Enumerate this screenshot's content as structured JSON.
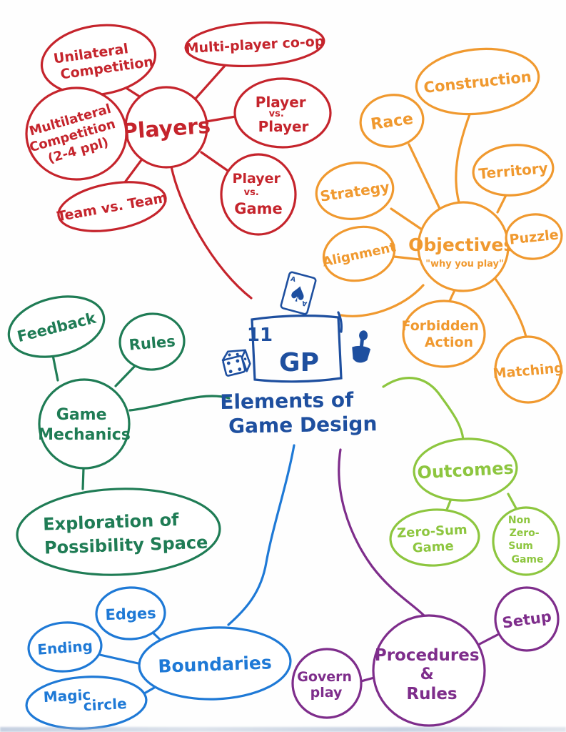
{
  "title": "Elements of Game Design",
  "colors": {
    "red": "#c5242c",
    "orange": "#f0992f",
    "dgreen": "#1f7c55",
    "lgreen": "#8dc63f",
    "blue": "#1e79d6",
    "purple": "#7e2d8b",
    "navy": "#1e4f9f"
  },
  "center": {
    "badge_number": "11",
    "badge_label": "GP",
    "caption": [
      "Elements of",
      "Game Design"
    ],
    "card": {
      "corner_label": "A",
      "suit_glyph": "♠"
    },
    "icons": [
      "playing-card-ace-of-spades",
      "dice",
      "shovel"
    ]
  },
  "nodes": {
    "players": {
      "lines": [
        "Players"
      ]
    },
    "unilateral_competition": {
      "lines": [
        "Unilateral",
        "Competition"
      ]
    },
    "multiplayer_coop": {
      "lines": [
        "Multi-player co-op"
      ]
    },
    "multilateral_competition": {
      "lines": [
        "Multilateral",
        "Competition",
        "(2-4 ppl)"
      ]
    },
    "player_vs_player": {
      "lines": [
        "Player",
        "vs.",
        "Player"
      ]
    },
    "team_vs_team": {
      "lines": [
        "Team vs. Team"
      ]
    },
    "player_vs_game": {
      "lines": [
        "Player",
        "vs.",
        "Game"
      ]
    },
    "objectives": {
      "lines": [
        "Objectives",
        "\"why you play\""
      ]
    },
    "construction": {
      "lines": [
        "Construction"
      ]
    },
    "race": {
      "lines": [
        "Race"
      ]
    },
    "territory": {
      "lines": [
        "Territory"
      ]
    },
    "strategy": {
      "lines": [
        "Strategy"
      ]
    },
    "puzzle": {
      "lines": [
        "Puzzle"
      ]
    },
    "alignment": {
      "lines": [
        "Alignment"
      ]
    },
    "forbidden_action": {
      "lines": [
        "Forbidden",
        "Action"
      ]
    },
    "matching": {
      "lines": [
        "Matching"
      ]
    },
    "game_mechanics": {
      "lines": [
        "Game",
        "Mechanics"
      ]
    },
    "feedback": {
      "lines": [
        "Feedback"
      ]
    },
    "rules": {
      "lines": [
        "Rules"
      ]
    },
    "exploration": {
      "lines": [
        "Exploration of",
        "Possibility Space"
      ]
    },
    "outcomes": {
      "lines": [
        "Outcomes"
      ]
    },
    "zero_sum_game": {
      "lines": [
        "Zero-Sum",
        "Game"
      ]
    },
    "non_zero_sum_game": {
      "lines": [
        "Non",
        "Zero-",
        "Sum",
        "Game"
      ]
    },
    "boundaries": {
      "lines": [
        "Boundaries"
      ]
    },
    "edges": {
      "lines": [
        "Edges"
      ]
    },
    "ending": {
      "lines": [
        "Ending"
      ]
    },
    "magic_circle": {
      "lines": [
        "Magic",
        "circle"
      ]
    },
    "procedures_rules": {
      "lines": [
        "Procedures",
        "&",
        "Rules"
      ]
    },
    "setup": {
      "lines": [
        "Setup"
      ]
    },
    "govern_play": {
      "lines": [
        "Govern",
        "play"
      ]
    }
  },
  "structure": {
    "players": [
      "unilateral_competition",
      "multiplayer_coop",
      "multilateral_competition",
      "player_vs_player",
      "team_vs_team",
      "player_vs_game"
    ],
    "objectives": [
      "construction",
      "race",
      "territory",
      "strategy",
      "puzzle",
      "alignment",
      "forbidden_action",
      "matching"
    ],
    "game_mechanics": [
      "feedback",
      "rules",
      "exploration"
    ],
    "outcomes": [
      "zero_sum_game",
      "non_zero_sum_game"
    ],
    "boundaries": [
      "edges",
      "ending",
      "magic_circle"
    ],
    "procedures_rules": [
      "setup",
      "govern_play"
    ]
  }
}
